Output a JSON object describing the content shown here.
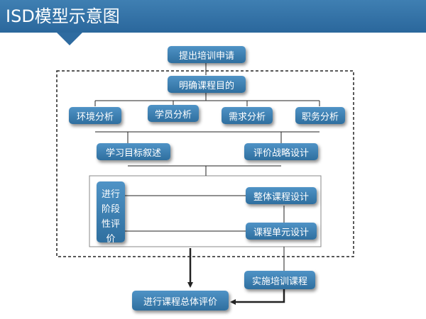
{
  "title": "ISD模型示意图",
  "colors": {
    "header": "#2e6ba0",
    "box": "#3a7db0",
    "line": "#222222"
  },
  "nodes": {
    "submit_request": "提出培训申请",
    "clarify_goal": "明确课程目的",
    "analysis": [
      "环境分析",
      "学员分析",
      "需求分析",
      "职务分析"
    ],
    "learning_objectives": "学习目标叙述",
    "evaluation_strategy": "评价战略设计",
    "stage_evaluation": "进行阶段性评价",
    "overall_design": "整体课程设计",
    "unit_design": "课程单元设计",
    "implement": "实施培训课程",
    "overall_evaluation": "进行课程总体评价"
  }
}
